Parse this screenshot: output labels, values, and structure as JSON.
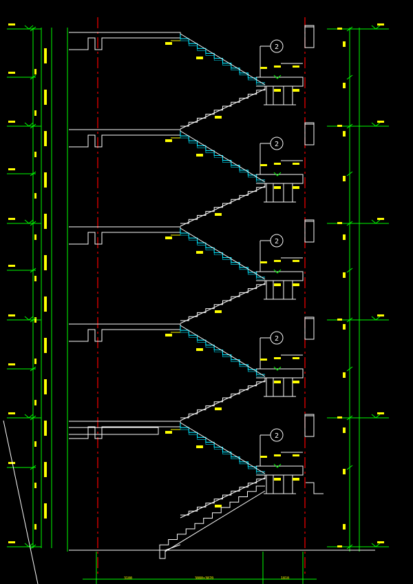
{
  "colors": {
    "background": "#000000",
    "structure": "#ffffff",
    "dimension": "#00ff00",
    "axis": "#ff0000",
    "stair_flight": "#00e5ff",
    "label": "#ffff00"
  },
  "floors_count": 5,
  "axis_markers": {
    "symbol": "2"
  },
  "bottom_dims": [
    "3100",
    "3080×3870",
    "1810"
  ]
}
